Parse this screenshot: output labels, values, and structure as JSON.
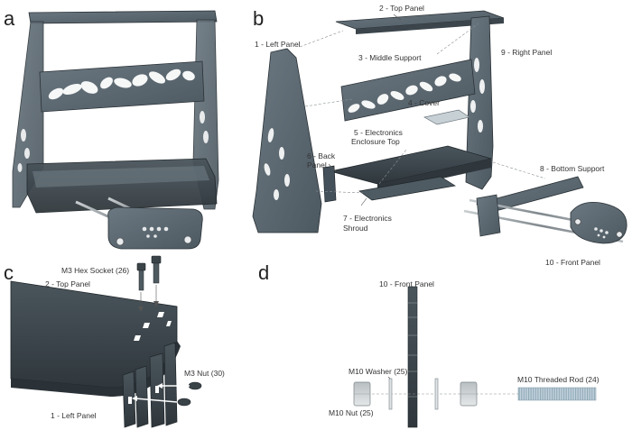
{
  "panels": {
    "a": "a",
    "b": "b",
    "c": "c",
    "d": "d"
  },
  "labels_b": {
    "top_panel": "2 - Top Panel",
    "left_panel": "1 - Left Panel",
    "middle_support": "3 - Middle Support",
    "right_panel": "9 - Right Panel",
    "cover": "4 - Cover",
    "electronics_enclosure_top_1": "5 - Electronics",
    "electronics_enclosure_top_2": "Enclosure Top",
    "back_panel_1": "6 - Back",
    "back_panel_2": "Panel",
    "bottom_support": "8 - Bottom Support",
    "electronics_shroud_1": "7 - Electronics",
    "electronics_shroud_2": "Shroud",
    "front_panel": "10 - Front Panel"
  },
  "labels_c": {
    "hex_socket": "M3 Hex Socket (26)",
    "top_panel": "2 - Top Panel",
    "nut": "M3 Nut (30)",
    "left_panel": "1 - Left Panel"
  },
  "labels_d": {
    "front_panel": "10 - Front Panel",
    "washer": "M10 Washer (25)",
    "threaded_rod": "M10 Threaded Rod (24)",
    "nut": "M10 Nut (25)"
  },
  "colors": {
    "panel_fill": "#5d6a72",
    "panel_dark": "#3b454b",
    "panel_edge": "#2a3136",
    "light_part": "#d7dbdd"
  }
}
